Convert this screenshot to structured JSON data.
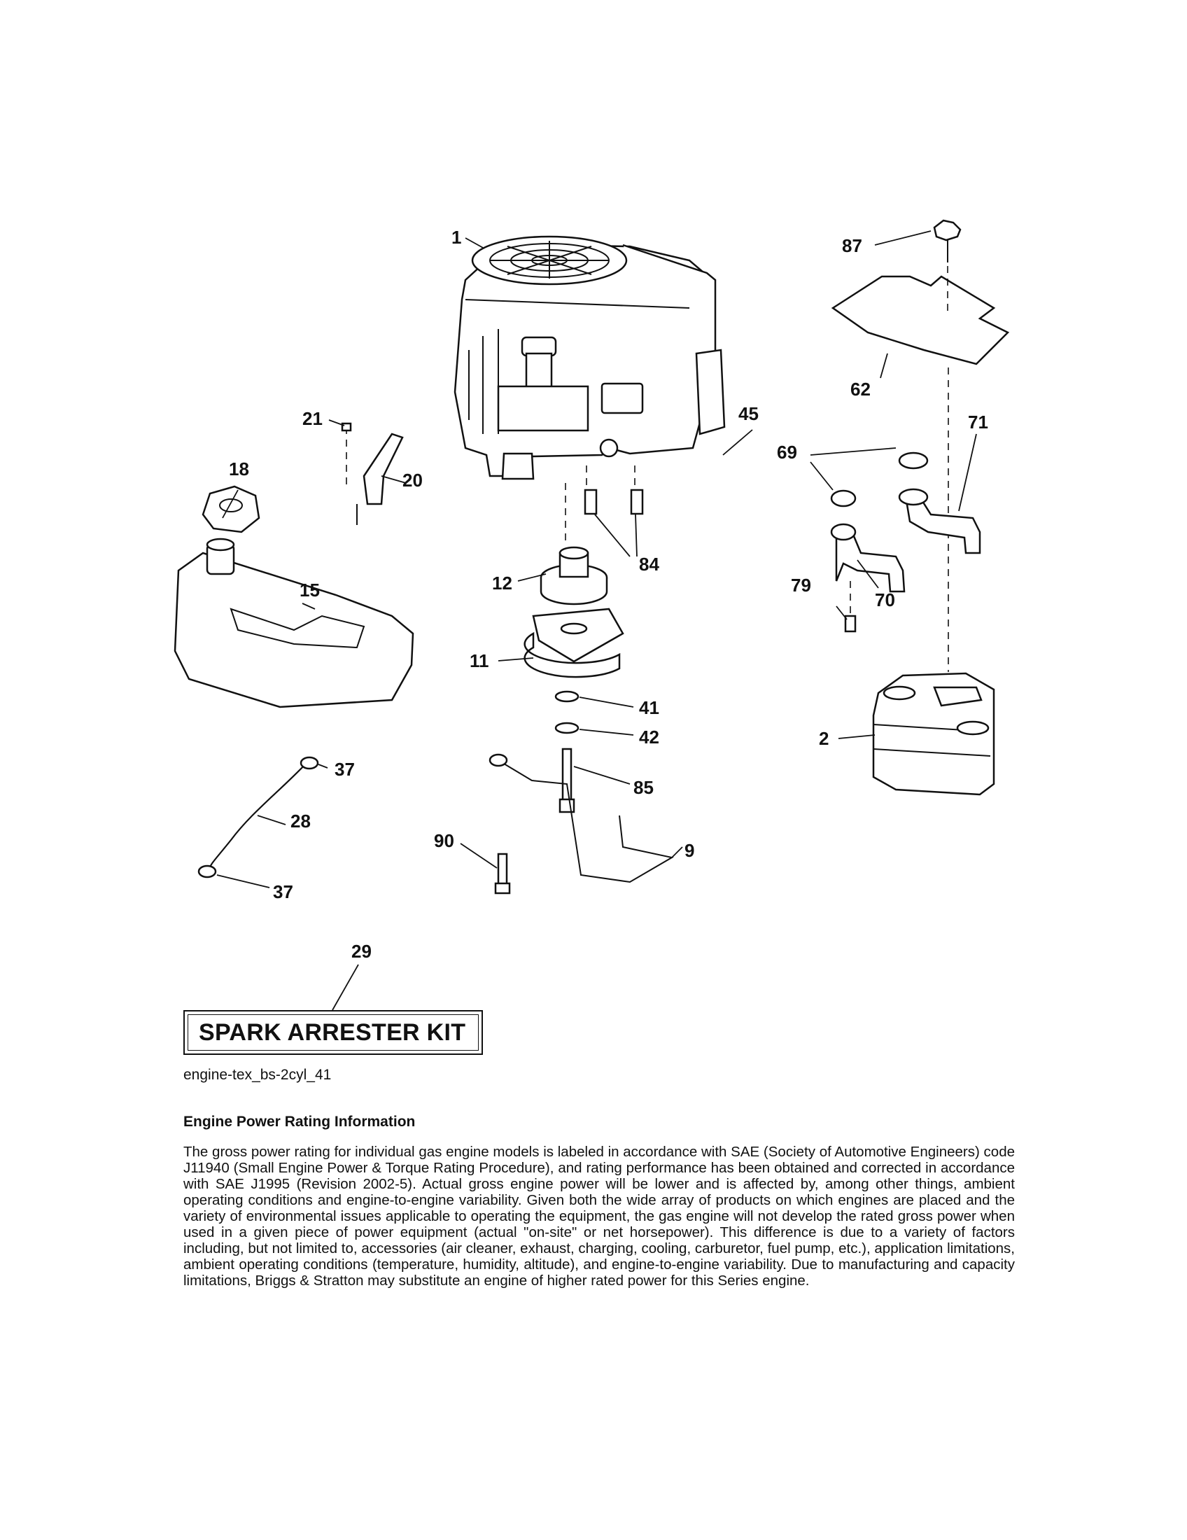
{
  "callouts": [
    {
      "label": "1"
    },
    {
      "label": "87"
    },
    {
      "label": "62"
    },
    {
      "label": "45"
    },
    {
      "label": "71"
    },
    {
      "label": "69"
    },
    {
      "label": "21"
    },
    {
      "label": "20"
    },
    {
      "label": "18"
    },
    {
      "label": "84"
    },
    {
      "label": "12"
    },
    {
      "label": "15"
    },
    {
      "label": "79"
    },
    {
      "label": "70"
    },
    {
      "label": "11"
    },
    {
      "label": "41"
    },
    {
      "label": "42"
    },
    {
      "label": "2"
    },
    {
      "label": "37"
    },
    {
      "label": "85"
    },
    {
      "label": "28"
    },
    {
      "label": "90"
    },
    {
      "label": "9"
    },
    {
      "label": "37"
    },
    {
      "label": "29"
    }
  ],
  "kit_label": "SPARK ARRESTER KIT",
  "diagram_code": "engine-tex_bs-2cyl_41",
  "section_title": "Engine Power Rating Information",
  "section_body": "The gross power rating for individual gas engine models is labeled in accordance with SAE (Society of Automotive Engineers) code J11940 (Small Engine Power & Torque Rating Procedure), and rating performance has been obtained and corrected in accordance with SAE J1995 (Revision 2002-5). Actual gross engine power will be lower and is affected by, among other things, ambient operating conditions and engine-to-engine variability. Given both the wide array of products on which engines are placed and the variety of environmental issues applicable to operating the equipment, the gas engine will not develop the rated gross power when used in a given piece of power equipment (actual \"on-site\" or net horsepower). This difference is due to a variety of factors including, but not limited to, accessories (air cleaner, exhaust, charging, cooling, carburetor, fuel pump, etc.), application limitations, ambient operating conditions (temperature, humidity, altitude), and engine-to-engine variability. Due to manufacturing and capacity limitations, Briggs & Stratton may substitute an engine of higher rated power for this Series engine."
}
